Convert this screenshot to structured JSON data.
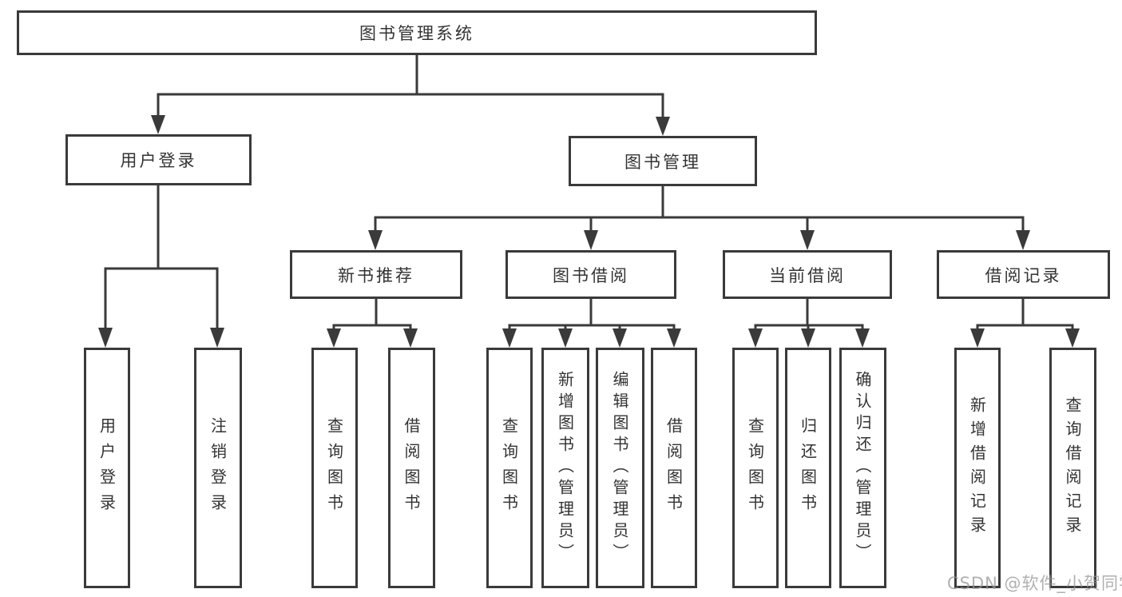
{
  "diagram": {
    "root": {
      "label": "图书管理系统"
    },
    "level2": [
      {
        "label": "用户登录"
      },
      {
        "label": "图书管理"
      }
    ],
    "level3": [
      {
        "label": "新书推荐",
        "parent": "图书管理"
      },
      {
        "label": "图书借阅",
        "parent": "图书管理"
      },
      {
        "label": "当前借阅",
        "parent": "图书管理"
      },
      {
        "label": "借阅记录",
        "parent": "图书管理"
      }
    ],
    "leaves": [
      {
        "label": "用户登录",
        "parent": "用户登录"
      },
      {
        "label": "注销登录",
        "parent": "用户登录"
      },
      {
        "label": "查询图书",
        "parent": "新书推荐"
      },
      {
        "label": "借阅图书",
        "parent": "新书推荐"
      },
      {
        "label": "查询图书",
        "parent": "图书借阅"
      },
      {
        "label": "新增图书（管理员）",
        "parent": "图书借阅"
      },
      {
        "label": "编辑图书（管理员）",
        "parent": "图书借阅"
      },
      {
        "label": "借阅图书",
        "parent": "图书借阅"
      },
      {
        "label": "查询图书",
        "parent": "当前借阅"
      },
      {
        "label": "归还图书",
        "parent": "当前借阅"
      },
      {
        "label": "确认归还（管理员）",
        "parent": "当前借阅"
      },
      {
        "label": "新增借阅记录",
        "parent": "借阅记录"
      },
      {
        "label": "查询借阅记录",
        "parent": "借阅记录"
      }
    ]
  },
  "watermark": {
    "text": "CSDN @软件_小贺同学"
  },
  "colors": {
    "line": "#3a3a3a",
    "text": "#333333",
    "background": "#ffffff",
    "watermark": "#a6a6a6"
  }
}
